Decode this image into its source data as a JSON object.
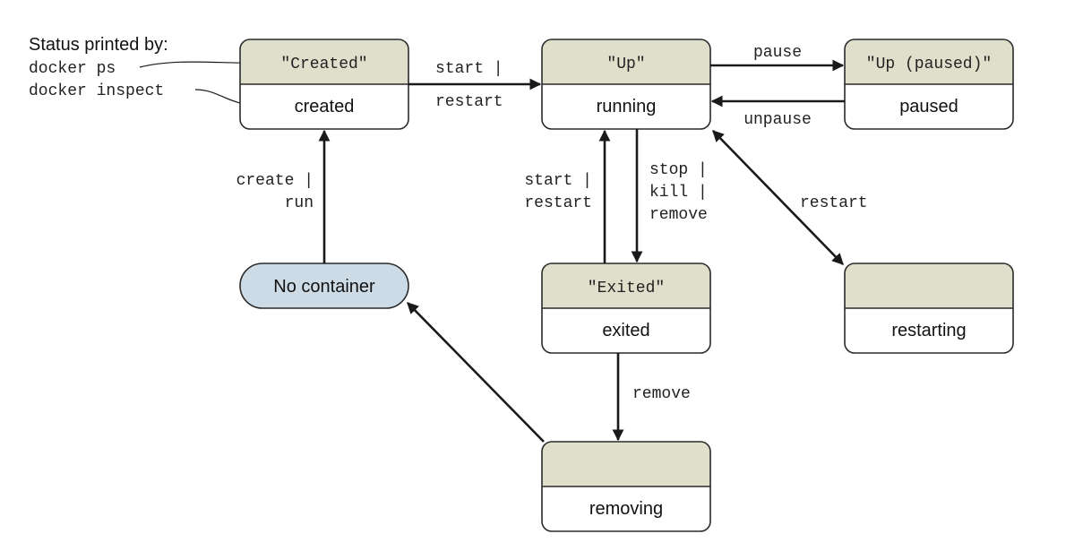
{
  "colors": {
    "header_fill": "#dfdfcc",
    "body_fill": "#ffffff",
    "no_container_fill": "#cddbe6",
    "stroke": "#2a2a2a"
  },
  "legend": {
    "title": "Status printed by:",
    "line1": "docker ps",
    "line2": "docker inspect"
  },
  "states": {
    "created": {
      "ps": "\"Created\"",
      "inspect": "created"
    },
    "running": {
      "ps": "\"Up\"",
      "inspect": "running"
    },
    "paused": {
      "ps": "\"Up (paused)\"",
      "inspect": "paused"
    },
    "exited": {
      "ps": "\"Exited\"",
      "inspect": "exited"
    },
    "restarting": {
      "ps": "",
      "inspect": "restarting"
    },
    "removing": {
      "ps": "",
      "inspect": "removing"
    }
  },
  "no_container": {
    "label": "No container"
  },
  "transitions": {
    "created_to_running": {
      "line1": "start |",
      "line2": "restart"
    },
    "running_to_paused": {
      "line1": "pause"
    },
    "paused_to_running": {
      "line1": "unpause"
    },
    "none_to_created": {
      "line1": "create |",
      "line2": "run"
    },
    "exited_to_running": {
      "line1": "start |",
      "line2": "restart"
    },
    "running_to_exited": {
      "line1": "stop |",
      "line2": "kill |",
      "line3": "remove"
    },
    "running_restarting": {
      "line1": "restart"
    },
    "exited_to_removing": {
      "line1": "remove"
    }
  }
}
